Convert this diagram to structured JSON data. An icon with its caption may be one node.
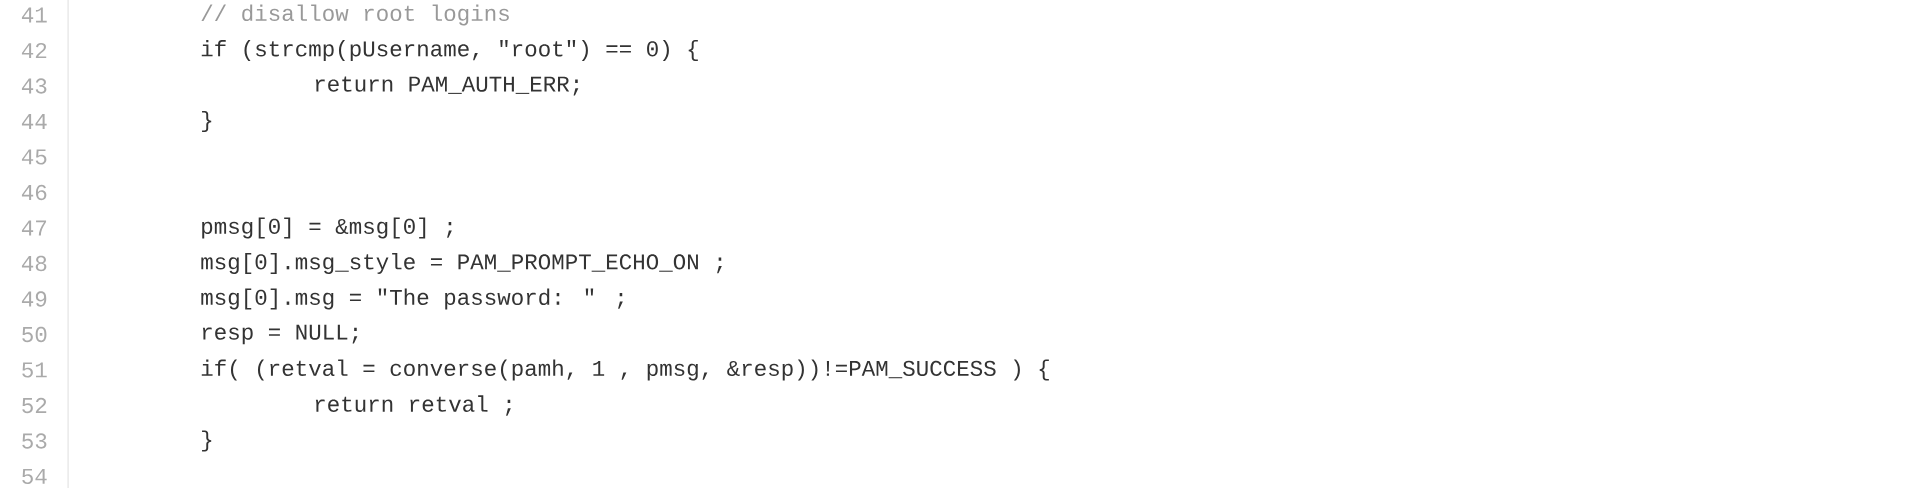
{
  "diagram": {
    "labels": [
      "41",
      "// disallow root logins",
      "42",
      "if (strcmp(pUsername, \"root\") == 0) {",
      "43",
      "return PAM_AUTH_ERR;",
      "44",
      "}",
      "45",
      "46",
      "47",
      "pmsg[0] = &msg[0] ;",
      "48",
      "msg[0].msg_style = PAM_PROMPT_ECHO_ON ;",
      "49",
      "msg[0].msg = \"The password: \" ;",
      "50",
      "resp = NULL;",
      "51",
      "if( (retval = converse(pamh, 1 , pmsg, &resp))!=PAM_SUCCESS ) {",
      "52",
      "return retval ;",
      "53",
      "}",
      "54"
    ]
  }
}
